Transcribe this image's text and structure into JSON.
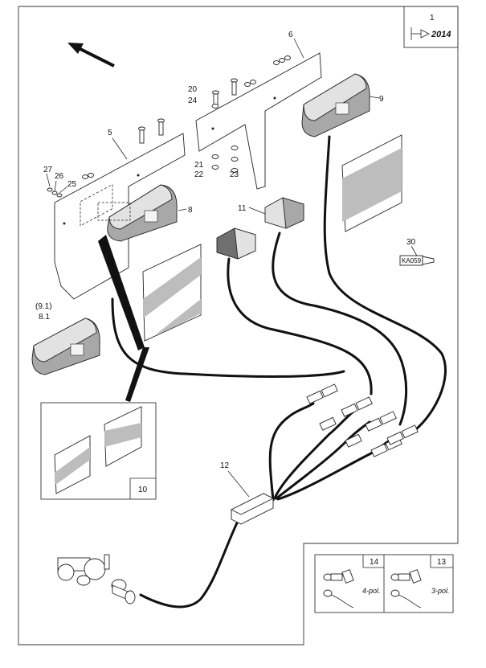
{
  "revision": {
    "item": "1",
    "year": "2014"
  },
  "callouts": {
    "c5": "5",
    "c6": "6",
    "c8": "8",
    "c9": "9",
    "c11": "11",
    "c12": "12",
    "c20": "20",
    "c21": "21",
    "c22": "22",
    "c23": "23",
    "c24": "24",
    "c25": "25",
    "c26": "26",
    "c27": "27",
    "c30": "30",
    "c91": "(9.1)",
    "c81": "8.1"
  },
  "label_tag": "KA059",
  "insets": {
    "reflectors": {
      "number": "10"
    },
    "plug_4pol": {
      "number": "14",
      "caption": "4-pol."
    },
    "plug_3pol": {
      "number": "13",
      "caption": "3-pol."
    }
  },
  "icons": [
    "direction-arrow-icon",
    "tractor-icon",
    "plug-icon",
    "lamp-icon",
    "reflector-icon"
  ]
}
